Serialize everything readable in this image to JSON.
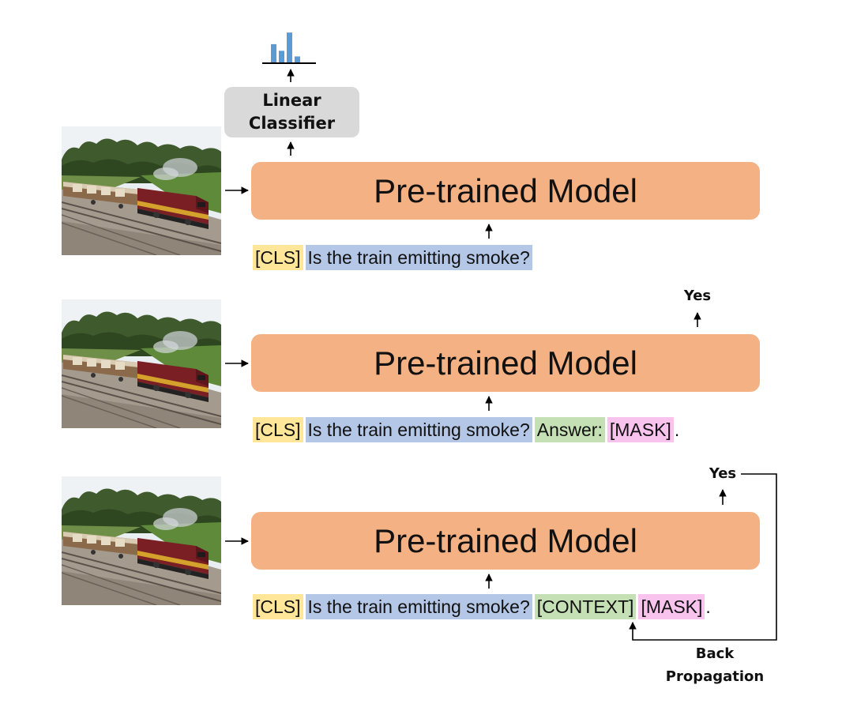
{
  "classifier": {
    "line1": "Linear",
    "line2": "Classifier"
  },
  "rows": [
    {
      "model_label": "Pre-trained Model",
      "tokens": {
        "cls": "[CLS]",
        "question": "Is the train emitting smoke?"
      }
    },
    {
      "model_label": "Pre-trained Model",
      "output": "Yes",
      "tokens": {
        "cls": "[CLS]",
        "question": "Is the train emitting smoke?",
        "answer": "Answer:",
        "mask": "[MASK]",
        "end": "."
      }
    },
    {
      "model_label": "Pre-trained Model",
      "output": "Yes",
      "tokens": {
        "cls": "[CLS]",
        "question": "Is the train emitting smoke?",
        "context": "[CONTEXT]",
        "mask": "[MASK]",
        "end": "."
      },
      "feedback": {
        "line1": "Back",
        "line2": "Propagation"
      }
    }
  ],
  "colors": {
    "model": "#f4b183",
    "classifier": "#d9d9d9",
    "cls_token": "#ffe699",
    "question_token": "#b4c7e7",
    "answer_token": "#c5e0b4",
    "mask_token": "#f8c4ee",
    "histogram_bars": "#5b9bd5"
  },
  "histogram": {
    "values": [
      0.55,
      0.35,
      0.9,
      0.18
    ]
  }
}
